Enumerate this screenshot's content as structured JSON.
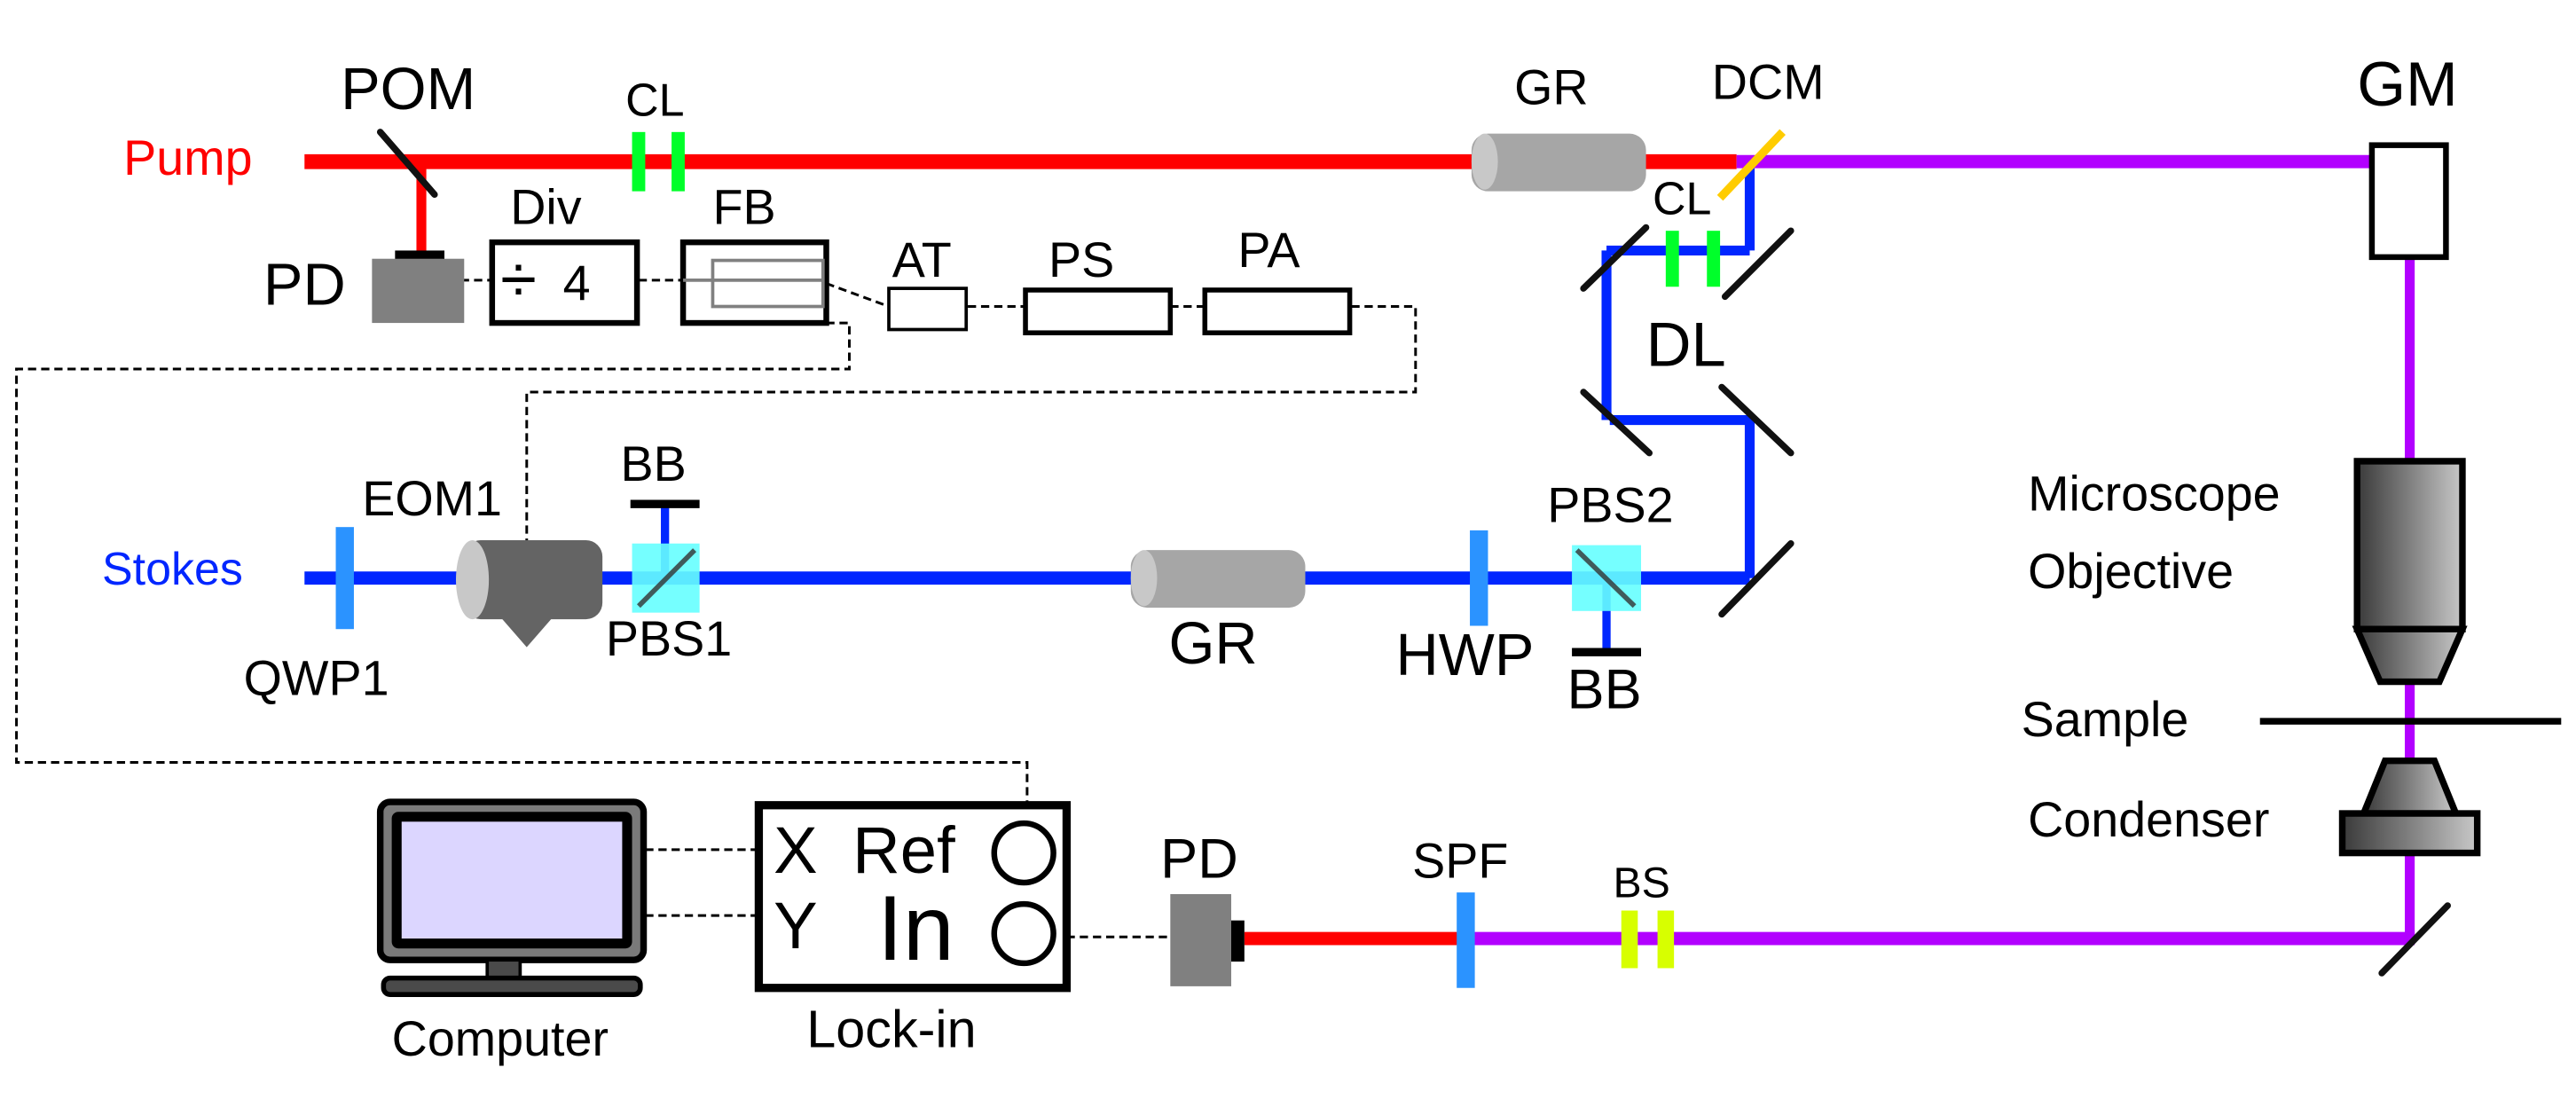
{
  "title": "Stimulated Raman scattering microscopy optical setup",
  "colors": {
    "pump_beam": "#ff0000",
    "stokes_beam": "#0026ff",
    "combined_beam": "#b200ff",
    "waveplate": "#2b93ff",
    "cylindrical_lens": "#00ff2a",
    "dichroic_mirror": "#ffcc00",
    "beam_splitter_filter": "#d7ff00",
    "pbs_cube": "#66ffff",
    "grating_rod": "#a6a6a6",
    "eom": "#646464",
    "photodiode": "#808080",
    "monitor_screen": "#dcd6ff"
  },
  "beams": {
    "pump": "Pump",
    "stokes": "Stokes"
  },
  "components": {
    "pom": "POM",
    "cl_pump": "CL",
    "gr_pump": "GR",
    "dcm": "DCM",
    "gm": "GM",
    "pd_top": "PD",
    "div": "Div",
    "div_symbol": "÷",
    "div_value": "4",
    "fb": "FB",
    "at": "AT",
    "ps": "PS",
    "pa": "PA",
    "cl_delay": "CL",
    "dl": "DL",
    "eom1": "EOM1",
    "bb_top": "BB",
    "qwp1": "QWP1",
    "pbs1": "PBS1",
    "gr_stokes": "GR",
    "hwp": "HWP",
    "pbs2": "PBS2",
    "bb_bottom": "BB",
    "microscope_line1": "Microscope",
    "microscope_line2": "Objective",
    "sample": "Sample",
    "condenser": "Condenser",
    "pd_bottom": "PD",
    "spf": "SPF",
    "bs": "BS",
    "computer": "Computer",
    "lockin": "Lock-in",
    "lockin_x": "X",
    "lockin_y": "Y",
    "lockin_ref": "Ref",
    "lockin_in": "In"
  }
}
